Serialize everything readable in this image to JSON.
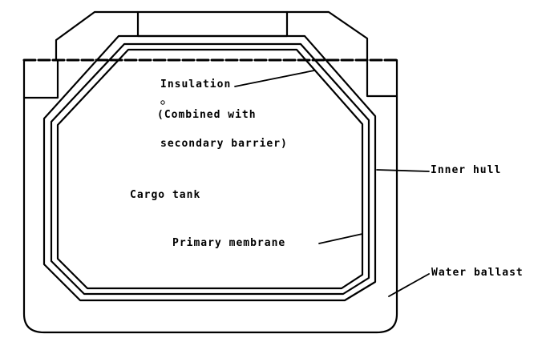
{
  "diagram": {
    "labels": {
      "insulation": "Insulation",
      "combined_with": "(Combined with",
      "secondary_barrier": "secondary barrier)",
      "inner_hull": "Inner hull",
      "cargo_tank": "Cargo tank",
      "primary_membrane": "Primary membrane",
      "water_ballast": "Water ballast"
    },
    "colors": {
      "line": "#000000",
      "background": "#ffffff"
    }
  }
}
